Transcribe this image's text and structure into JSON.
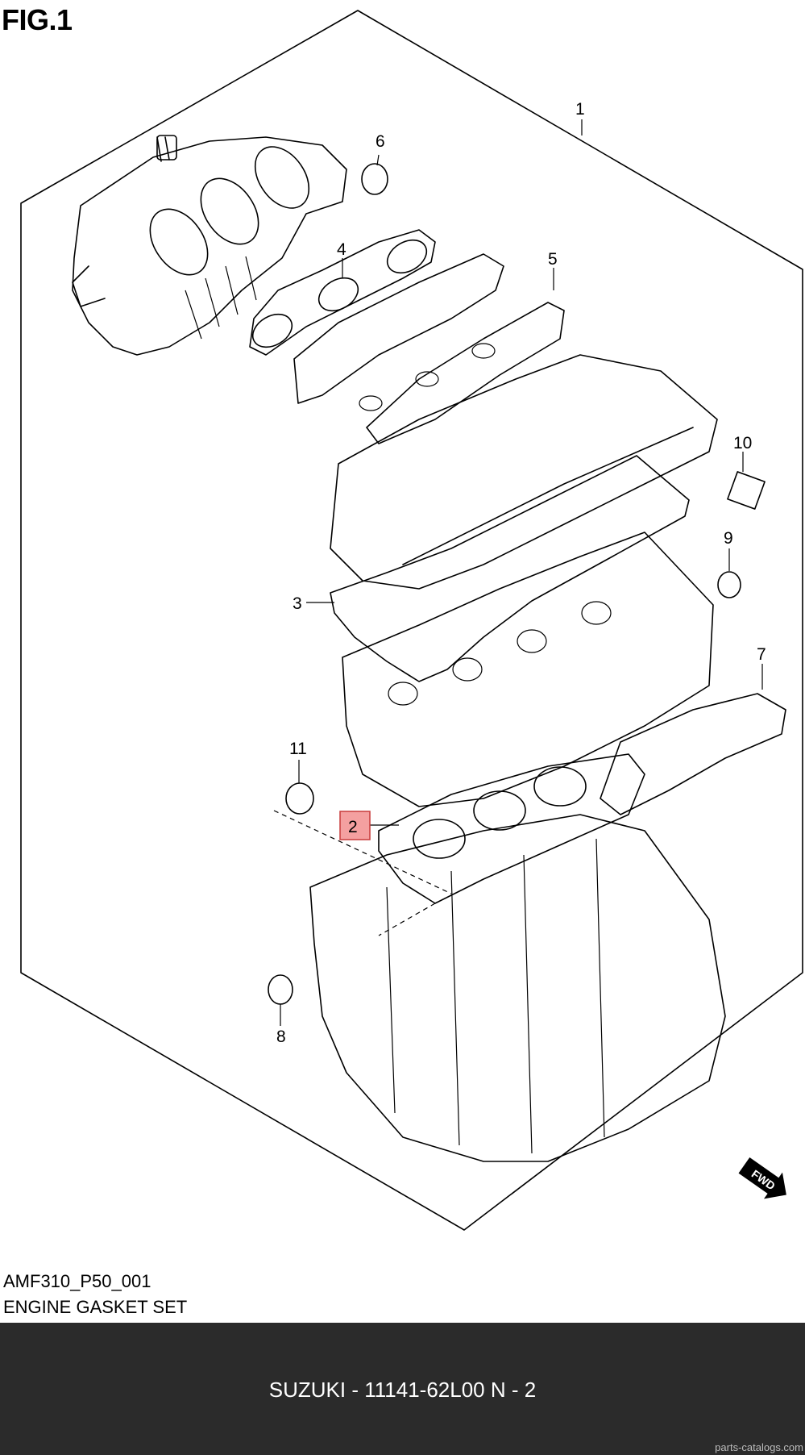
{
  "figure": {
    "title": "FIG.1"
  },
  "diagram": {
    "callouts": [
      {
        "id": "1",
        "label": "1"
      },
      {
        "id": "2",
        "label": "2",
        "highlighted": true
      },
      {
        "id": "3",
        "label": "3"
      },
      {
        "id": "4",
        "label": "4"
      },
      {
        "id": "5",
        "label": "5"
      },
      {
        "id": "6",
        "label": "6"
      },
      {
        "id": "7",
        "label": "7"
      },
      {
        "id": "8",
        "label": "8"
      },
      {
        "id": "9",
        "label": "9"
      },
      {
        "id": "10",
        "label": "10"
      },
      {
        "id": "11",
        "label": "11"
      }
    ],
    "fwd_label": "FWD",
    "highlight_color": "#f4a0a0"
  },
  "caption": {
    "code": "AMF310_P50_001",
    "name": "ENGINE GASKET SET"
  },
  "footer": {
    "text": "SUZUKI - 11141-62L00    N - 2",
    "background": "#2b2b2b"
  },
  "watermark": "parts-catalogs.com"
}
